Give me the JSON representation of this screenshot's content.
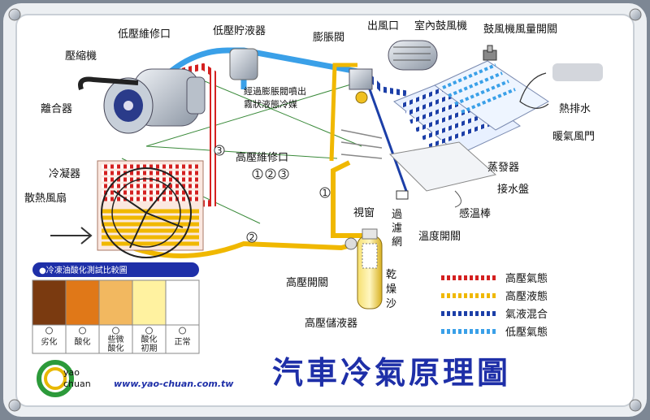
{
  "title": "汽車冷氣原理圖",
  "website": "www.yao-chuan.com.tw",
  "logo_text": [
    "yao",
    "chuan"
  ],
  "labels": {
    "compressor": "壓縮機",
    "clutch": "離合器",
    "low_pressure_port": "低壓維修口",
    "accumulator": "低壓貯液器",
    "expansion_valve": "膨脹閥",
    "air_outlet": "出風口",
    "indoor_blower": "室內鼓風機",
    "blower_switch": "鼓風機風量開關",
    "note_1": "經過膨脹閥噴出",
    "note_2": "霧狀液態冷媒",
    "condenser": "冷凝器",
    "cooling_fan": "散熱風扇",
    "high_pressure_port": "高壓維修口",
    "heat_water": "熱排水",
    "heater_door": "暖氣風門",
    "evaporator": "蒸發器",
    "drain_pan": "接水盤",
    "sensor": "感溫棒",
    "temp_switch": "溫度開關",
    "sight_glass": "視窗",
    "filter_1": "過",
    "filter_2": "濾",
    "filter_3": "網",
    "desiccant_1": "乾",
    "desiccant_2": "燥",
    "desiccant_3": "沙",
    "high_pressure_switch": "高壓開關",
    "receiver_drier": "高壓儲液器"
  },
  "markers": [
    "1",
    "2",
    "3"
  ],
  "line_legend": [
    {
      "label": "高壓氣態",
      "color": "#d42020",
      "alt": "#ffffff"
    },
    {
      "label": "高壓液態",
      "color": "#f0b800",
      "alt": "#ffffff"
    },
    {
      "label": "氣液混合",
      "color": "#1c3fa8",
      "alt": "#ffffff"
    },
    {
      "label": "低壓氣態",
      "color": "#3aa0e8",
      "alt": "#ffffff"
    }
  ],
  "oil_test": {
    "title": "●冷凍油酸化測試比較圖",
    "swatches": [
      {
        "label": "劣化",
        "color": "#7a3a10"
      },
      {
        "label": "酸化",
        "color": "#e07818"
      },
      {
        "label": "些微酸化",
        "color": "#f2b860"
      },
      {
        "label": "酸化初期",
        "color": "#fff2a0"
      },
      {
        "label": "正常",
        "color": "#ffffff"
      }
    ]
  },
  "colors": {
    "background": "#ffffff",
    "frame": "#7d8794",
    "title": "#1e2fa8"
  }
}
